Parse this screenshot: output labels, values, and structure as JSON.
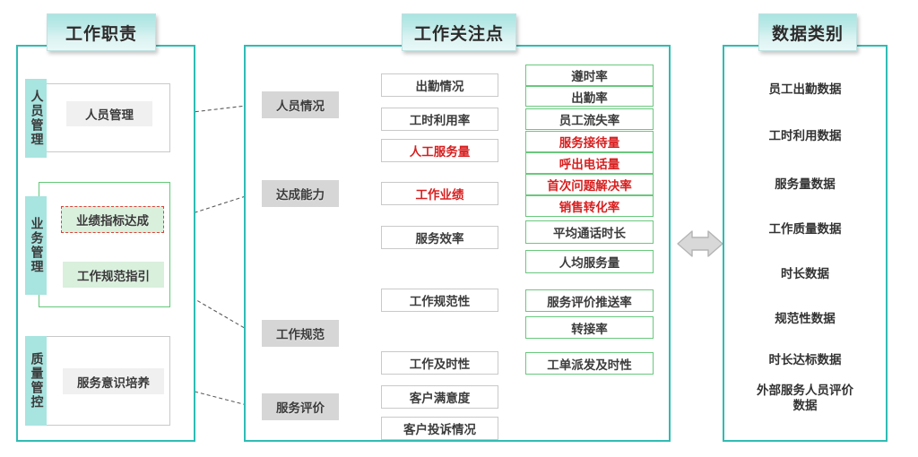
{
  "banners": {
    "left": "工作职责",
    "middle": "工作关注点",
    "right": "数据类别"
  },
  "left_panel": {
    "groups": [
      {
        "vertical_label": "人员管理",
        "items": [
          {
            "label": "人员管理",
            "style": "gray-chip"
          }
        ]
      },
      {
        "vertical_label": "业务管理",
        "items": [
          {
            "label": "业绩指标达成",
            "style": "green-chip-red-dashed-border"
          },
          {
            "label": "工作规范指引",
            "style": "green-chip"
          }
        ]
      },
      {
        "vertical_label": "质量管控",
        "items": [
          {
            "label": "服务意识培养",
            "style": "gray-chip"
          }
        ]
      }
    ]
  },
  "middle_panel": {
    "categories": [
      {
        "label": "人员情况"
      },
      {
        "label": "达成能力"
      },
      {
        "label": "工作规范"
      },
      {
        "label": "服务评价"
      }
    ],
    "subjects": [
      {
        "label": "出勤情况",
        "highlight": false
      },
      {
        "label": "工时利用率",
        "highlight": false
      },
      {
        "label": "人工服务量",
        "highlight": true
      },
      {
        "label": "工作业绩",
        "highlight": true
      },
      {
        "label": "服务效率",
        "highlight": false
      },
      {
        "label": "工作规范性",
        "highlight": false
      },
      {
        "label": "工作及时性",
        "highlight": false
      },
      {
        "label": "客户满意度",
        "highlight": false
      },
      {
        "label": "客户投诉情况",
        "highlight": false
      }
    ],
    "metrics": [
      {
        "label": "遵时率",
        "highlight": false
      },
      {
        "label": "出勤率",
        "highlight": false
      },
      {
        "label": "员工流失率",
        "highlight": false
      },
      {
        "label": "服务接待量",
        "highlight": true
      },
      {
        "label": "呼出电话量",
        "highlight": true
      },
      {
        "label": "首次问题解决率",
        "highlight": true
      },
      {
        "label": "销售转化率",
        "highlight": true
      },
      {
        "label": "平均通话时长",
        "highlight": false
      },
      {
        "label": "人均服务量",
        "highlight": false
      },
      {
        "label": "服务评价推送率",
        "highlight": false
      },
      {
        "label": "转接率",
        "highlight": false
      },
      {
        "label": "工单派发及时性",
        "highlight": false
      }
    ]
  },
  "right_panel": {
    "items": [
      {
        "label": "员工出勤数据"
      },
      {
        "label": "工时利用数据"
      },
      {
        "label": "服务量数据"
      },
      {
        "label": "工作质量数据"
      },
      {
        "label": "时长数据"
      },
      {
        "label": "规范性数据"
      },
      {
        "label": "时长达标数据"
      },
      {
        "label": "外部服务人员评价\n数据"
      }
    ]
  },
  "icons": {
    "link_arrow": "double-arrow-icon"
  },
  "colors": {
    "panel_border": "#2fbcb4",
    "banner_top": "#a9e4e2",
    "vertical_tag": "#a8e4e0",
    "category_box": "#d6d6d6",
    "metric_border": "#69c87d",
    "highlight_text": "#d81f1f",
    "dashed_accent": "#e2403a"
  }
}
